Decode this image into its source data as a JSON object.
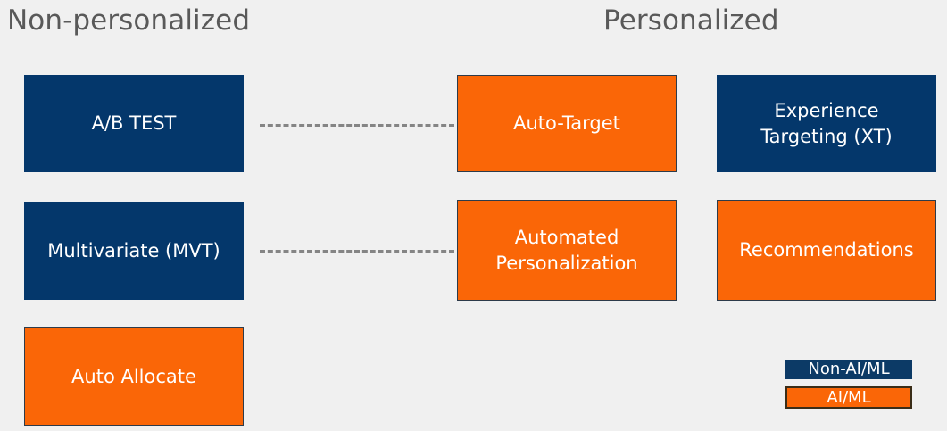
{
  "headers": {
    "left": "Non-personalized",
    "right": "Personalized"
  },
  "colors": {
    "background": "#f0f0f0",
    "non_ai_ml": "#04376b",
    "ai_ml": "#fa6607",
    "header_text": "#595959",
    "connector": "#858585",
    "box_text": "#ffffff"
  },
  "nodes": [
    {
      "id": "ab-test",
      "label": "A/B TEST",
      "category": "Non-AI/ML",
      "column": "Non-personalized",
      "row": 1
    },
    {
      "id": "auto-target",
      "label": "Auto-Target",
      "category": "AI/ML",
      "column": "Personalized",
      "row": 1
    },
    {
      "id": "xt",
      "label": "Experience\nTargeting (XT)",
      "category": "Non-AI/ML",
      "column": "Personalized",
      "row": 1
    },
    {
      "id": "mvt",
      "label": "Multivariate (MVT)",
      "category": "Non-AI/ML",
      "column": "Non-personalized",
      "row": 2
    },
    {
      "id": "ap",
      "label": "Automated\nPersonalization",
      "category": "AI/ML",
      "column": "Personalized",
      "row": 2
    },
    {
      "id": "recs",
      "label": "Recommendations",
      "category": "AI/ML",
      "column": "Personalized",
      "row": 2
    },
    {
      "id": "auto-allocate",
      "label": "Auto Allocate",
      "category": "AI/ML",
      "column": "Non-personalized",
      "row": 3
    }
  ],
  "connectors": [
    {
      "id": "ab-to-at",
      "from": "ab-test",
      "to": "auto-target",
      "style": "dashed"
    },
    {
      "id": "mvt-to-ap",
      "from": "mvt",
      "to": "ap",
      "style": "dashed"
    }
  ],
  "legend": {
    "items": [
      {
        "id": "non-ai-ml",
        "label": "Non-AI/ML",
        "color": "#0c3a66"
      },
      {
        "id": "ai-ml",
        "label": "AI/ML",
        "color": "#fa6607"
      }
    ]
  }
}
